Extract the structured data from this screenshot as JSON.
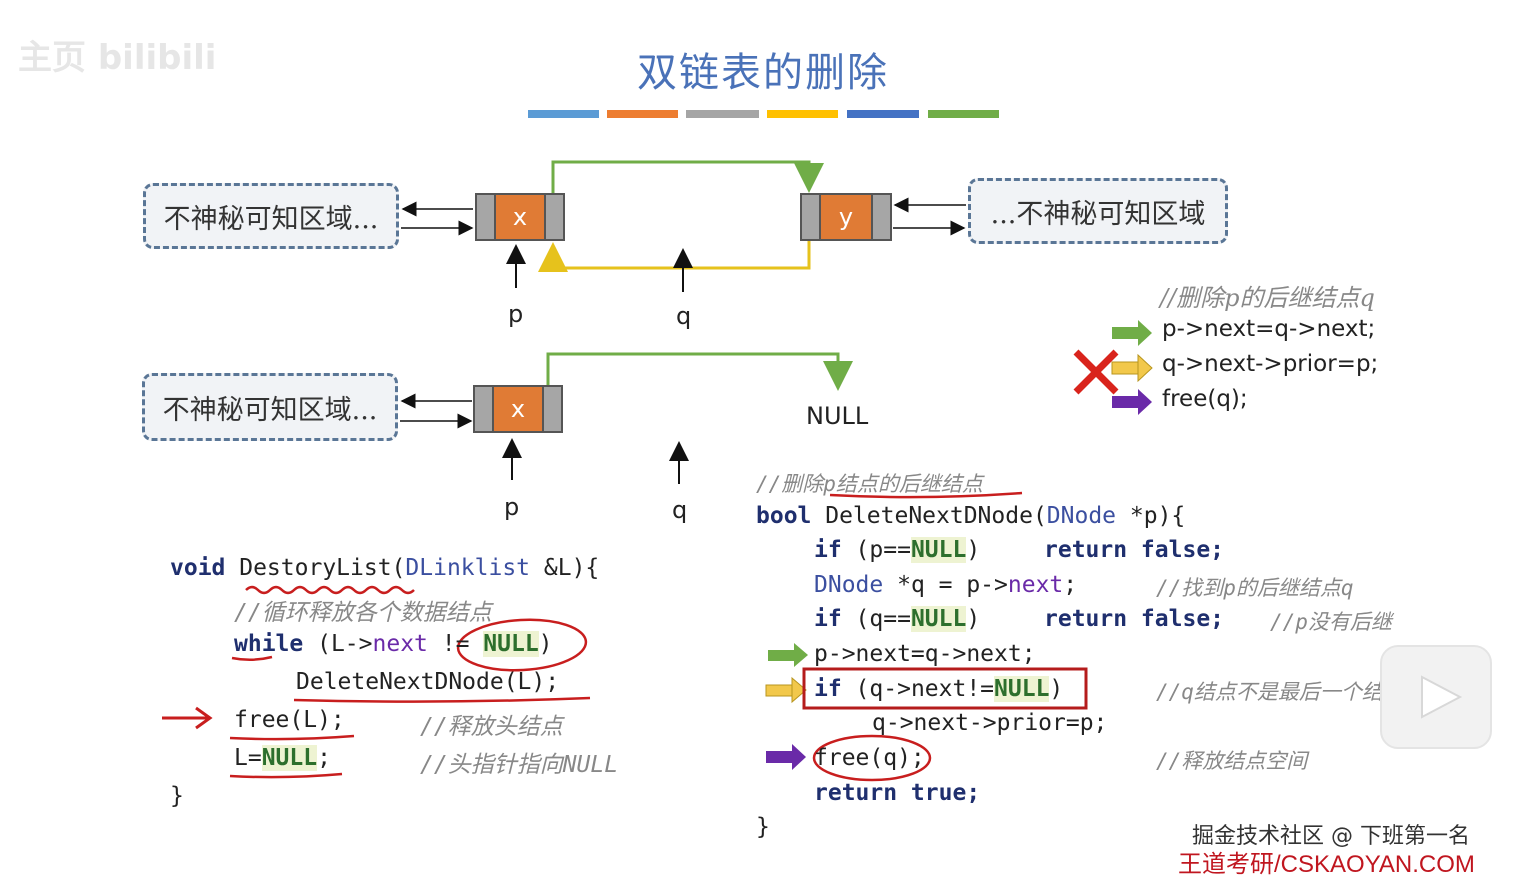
{
  "watermark_top": "主页 bilibili",
  "title": "双链表的删除",
  "rainbow_colors": [
    "#5b9bd5",
    "#ed7d31",
    "#a5a5a5",
    "#ffc000",
    "#4472c4",
    "#70ad47"
  ],
  "diagram1": {
    "left_region": "不神秘可知区域...",
    "right_region": "...不神秘可知区域",
    "node_x": "x",
    "node_y": "y",
    "pointer_p": "p",
    "pointer_q": "q"
  },
  "diagram2": {
    "left_region": "不神秘可知区域...",
    "node_x": "x",
    "null_label": "NULL",
    "pointer_p": "p",
    "pointer_q": "q"
  },
  "side_code": {
    "comment": "//删除p的后继结点q",
    "line1": "p->next=q->next;",
    "line2": "q->next->prior=p;",
    "line3": "free(q);",
    "arrow_colors": [
      "#70ad47",
      "#f2c84b",
      "#6a2aa8"
    ],
    "cross_color": "#d9241c"
  },
  "code_left": {
    "l1_kw": "void",
    "l1_fn": " DestoryList(",
    "l1_ty": "DLinklist",
    "l1_rest": " &L){",
    "l2": "//循环释放各个数据结点",
    "l3_kw": "while",
    "l3_a": " (L->",
    "l3_mb": "next",
    "l3_b": " != ",
    "l3_null": "NULL",
    "l3_c": ")",
    "l4": "DeleteNextDNode(L);",
    "l5_code": "free(L);",
    "l5_cm": "//释放头结点",
    "l6_a": "L=",
    "l6_null": "NULL",
    "l6_b": ";",
    "l6_cm": "//头指针指向NULL",
    "l7": "}"
  },
  "code_right": {
    "c0": "//删除p结点的后继结点",
    "l1_kw": "bool",
    "l1_fn": " DeleteNextDNode(",
    "l1_ty": "DNode",
    "l1_rest": " *p){",
    "l2_kw": "if",
    "l2_a": " (p==",
    "l2_null": "NULL",
    "l2_b": ")",
    "l2_ret": "return false;",
    "l3_ty": "DNode",
    "l3_a": " *q = p->",
    "l3_mb": "next",
    "l3_b": ";",
    "l3_cm": "//找到p的后继结点q",
    "l4_kw": "if",
    "l4_a": " (q==",
    "l4_null": "NULL",
    "l4_b": ")",
    "l4_ret": "return false;",
    "l4_cm": "//p没有后继",
    "l5": "p->next=q->next;",
    "l6_kw": "if",
    "l6_a": " (q->next!=",
    "l6_null": "NULL",
    "l6_b": ")",
    "l6_cm": "//q结点不是最后一个结点",
    "l7": "q->next->prior=p;",
    "l8": "free(q);",
    "l8_cm": "//释放结点空间",
    "l9_kw": "return true;",
    "l10": "}"
  },
  "watermark_bottom_1": "掘金技术社区 @ 下班第一名",
  "watermark_bottom_2": "王道考研/CSKAOYAN.COM"
}
